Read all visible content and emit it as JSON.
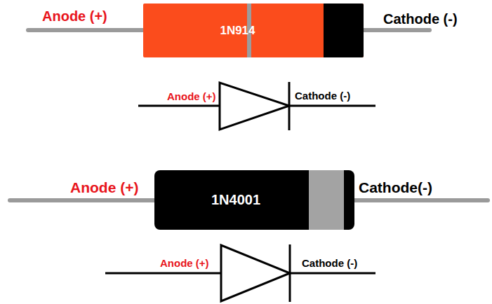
{
  "diagram": {
    "nodes": [
      {
        "text": [
          "1N914"
        ]
      },
      {
        "text": [
          "1N4001"
        ]
      }
    ],
    "labels": [
      "Anode (+)",
      "Cathode (-)",
      "Anode (+)",
      "Cathode (-)",
      "Anode (+)",
      "Cathode(-)",
      "Anode (+)",
      "Cathode (-)"
    ]
  }
}
